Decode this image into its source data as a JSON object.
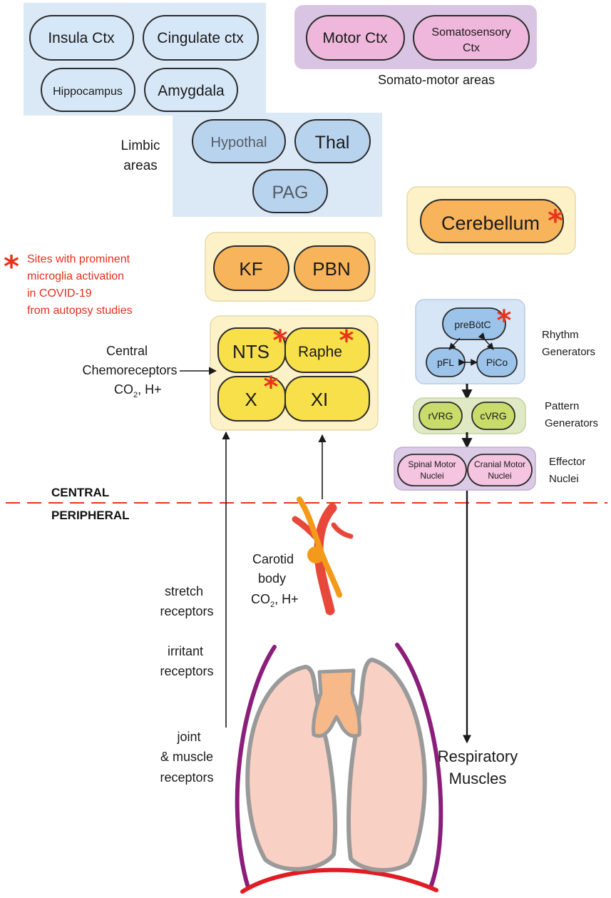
{
  "limbic": {
    "nodes": [
      "Insula Ctx",
      "Cingulate ctx",
      "Hippocampus",
      "Amygdala",
      "Hypothal",
      "Thal",
      "PAG"
    ],
    "label_line1": "Limbic",
    "label_line2": "areas"
  },
  "somatomotor": {
    "motor": "Motor Ctx",
    "somato_line1": "Somatosensory",
    "somato_line2": "Ctx",
    "label": "Somato-motor areas"
  },
  "cerebellum": {
    "label": "Cerebellum"
  },
  "pons": {
    "kf": "KF",
    "pbn": "PBN"
  },
  "legend": {
    "marker": "*",
    "lines": [
      "Sites with prominent",
      "microglia activation",
      "in COVID-19",
      "from autopsy studies"
    ],
    "marker_color": "#e8341c"
  },
  "medulla": {
    "nts": "NTS",
    "raphe": "Raphe",
    "x": "X",
    "xi": "XI"
  },
  "chemoreceptors": {
    "line1": "Central",
    "line2": "Chemoreceptors",
    "co2": "CO",
    "sub2": "2",
    "rest": ", H+"
  },
  "rhythm": {
    "prebotc": "preBötC",
    "pfl": "pFL",
    "pico": "PiCo",
    "label_line1": "Rhythm",
    "label_line2": "Generators"
  },
  "pattern": {
    "rvrg": "rVRG",
    "cvrg": "cVRG",
    "label_line1": "Pattern",
    "label_line2": "Generators"
  },
  "effector": {
    "spinal_line1": "Spinal Motor",
    "spinal_line2": "Nuclei",
    "cranial_line1": "Cranial Motor",
    "cranial_line2": "Nuclei",
    "label_line1": "Effector",
    "label_line2": "Nuclei"
  },
  "divider": {
    "central": "CENTRAL",
    "peripheral": "PERIPHERAL"
  },
  "carotid": {
    "line1": "Carotid",
    "line2": "body",
    "co2": "CO",
    "sub2": "2",
    "rest": ", H+"
  },
  "receptors": {
    "stretch": [
      "stretch",
      "receptors"
    ],
    "irritant": [
      "irritant",
      "receptors"
    ],
    "joint": [
      "joint",
      "& muscle",
      "receptors"
    ]
  },
  "muscles": {
    "line1": "Respiratory",
    "line2": "Muscles"
  },
  "colors": {
    "limbic_bg": "#dbe9f7",
    "limbic_pill": "#d6e8f8",
    "hypothal_pill": "#b8d3ee",
    "somato_bg": "#d9c4e4",
    "somato_pill": "#efb7dc",
    "yellow_bg": "#fdf1c8",
    "orange_pill": "#f7b45a",
    "yellow_pill": "#f8e04a",
    "rhythm_bg": "#d7e6f6",
    "rhythm_pill": "#9cc4ea",
    "pattern_bg": "#dfeac5",
    "pattern_pill": "#c9dc6a",
    "effector_bg": "#dccbe6",
    "effector_pill": "#f4c4e0",
    "red": "#e8341c",
    "lung": "#f8d1c4",
    "lung_outline": "#9a9a9a",
    "trachea": "#f8b98a",
    "rib": "#8b1e7a",
    "diaphragm": "#e01c24"
  }
}
